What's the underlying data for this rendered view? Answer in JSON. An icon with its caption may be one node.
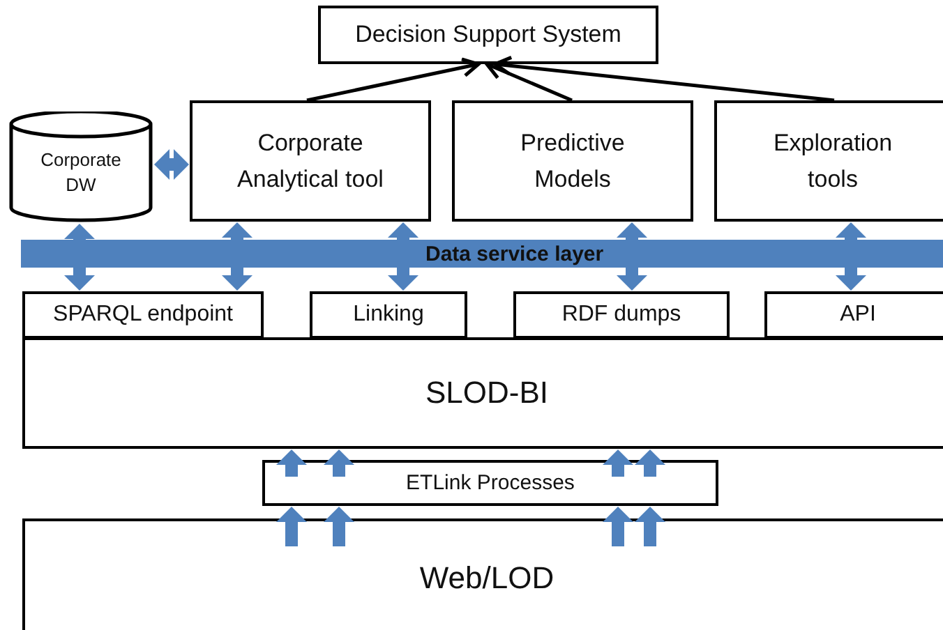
{
  "diagram": {
    "nodes": [
      {
        "text": [
          "Decision Support System"
        ]
      },
      {
        "text": [
          "Corporate DW"
        ]
      },
      {
        "text": [
          "Corporate Analytical tool"
        ]
      },
      {
        "text": [
          "Predictive Models"
        ]
      },
      {
        "text": [
          "Exploration tools"
        ]
      },
      {
        "text": [
          "Data service layer"
        ]
      },
      {
        "text": [
          "SPARQL endpoint"
        ]
      },
      {
        "text": [
          "Linking"
        ]
      },
      {
        "text": [
          "RDF dumps"
        ]
      },
      {
        "text": [
          "API"
        ]
      },
      {
        "text": [
          "SLOD-BI"
        ]
      },
      {
        "text": [
          "ETLink Processes"
        ]
      },
      {
        "text": [
          "Web/LOD"
        ]
      }
    ],
    "edges": [
      {
        "from": 2,
        "to": 0,
        "arrow": "to",
        "color": "#000000"
      },
      {
        "from": 3,
        "to": 0,
        "arrow": "to",
        "color": "#000000"
      },
      {
        "from": 4,
        "to": 0,
        "arrow": "to",
        "color": "#000000"
      },
      {
        "from": 1,
        "to": 2,
        "arrow": "both"
      },
      {
        "from": 5,
        "to": 1,
        "arrow": "to"
      },
      {
        "from": 5,
        "to": 6,
        "arrow": "to"
      },
      {
        "from": 5,
        "to": 2,
        "arrow": "to"
      },
      {
        "from": 5,
        "to": 6,
        "arrow": "to"
      },
      {
        "from": 5,
        "to": 2,
        "arrow": "to"
      },
      {
        "from": 5,
        "to": 7,
        "arrow": "to"
      },
      {
        "from": 5,
        "to": 3,
        "arrow": "to"
      },
      {
        "from": 5,
        "to": 8,
        "arrow": "to"
      },
      {
        "from": 5,
        "to": 4,
        "arrow": "to"
      },
      {
        "from": 5,
        "to": 9,
        "arrow": "to"
      },
      {
        "from": 12,
        "to": 11,
        "arrow": "to"
      },
      {
        "from": 12,
        "to": 11,
        "arrow": "to"
      },
      {
        "from": 12,
        "to": 11,
        "arrow": "to"
      },
      {
        "from": 12,
        "to": 11,
        "arrow": "to"
      },
      {
        "from": 11,
        "to": 10,
        "arrow": "to"
      },
      {
        "from": 11,
        "to": 10,
        "arrow": "to"
      },
      {
        "from": 11,
        "to": 10,
        "arrow": "to"
      },
      {
        "from": 11,
        "to": 10,
        "arrow": "to"
      }
    ]
  }
}
